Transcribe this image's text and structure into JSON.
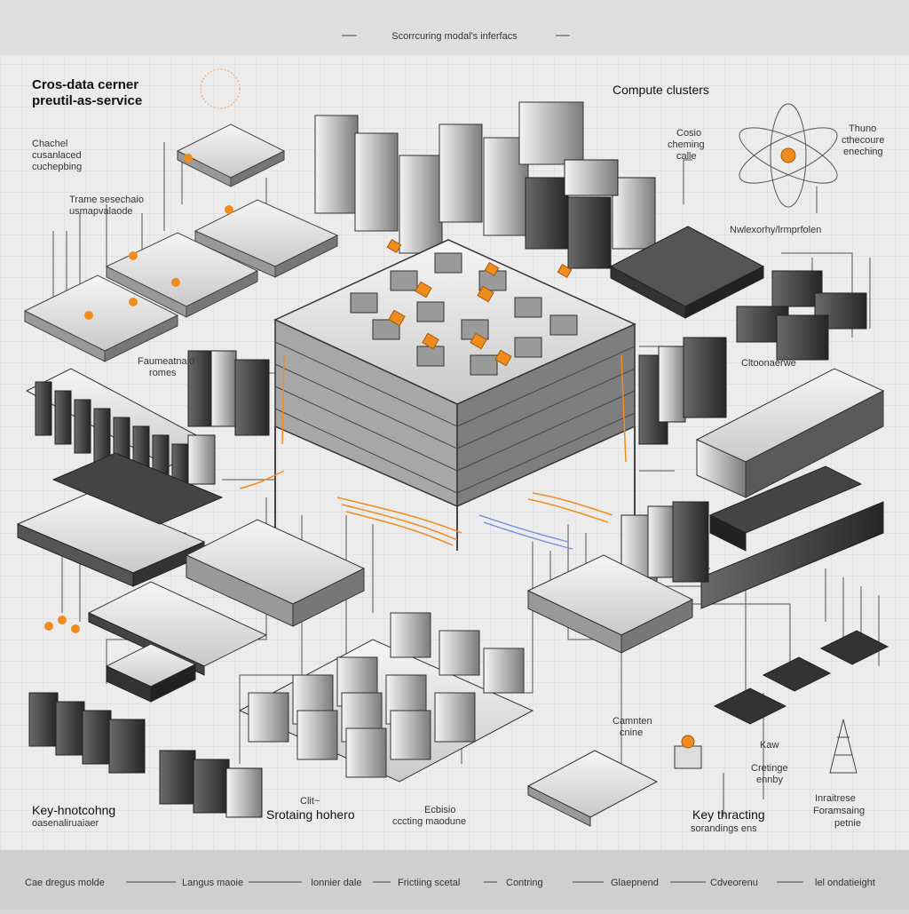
{
  "header": {
    "title": "Scorrcuring modal's inferfacs"
  },
  "labels": {
    "top_left_title_1": "Cros-data cerner",
    "top_left_title_2": "preutil-as-service",
    "compute_clusters": "Compute clusters",
    "left_note_1": "Chachel",
    "left_note_2": "cusanlaced",
    "left_note_3": "cuchepbing",
    "left_note_4": "Trame sesechaio",
    "left_note_5": "usmapvalaode",
    "right_note_1": "Cosio",
    "right_note_2": "cheming",
    "right_note_3": "calle",
    "atom_note_1": "Thuno",
    "atom_note_2": "cthecoure",
    "atom_note_3": "eneching",
    "network_label": "Nwlexorhy/lrmprfolen",
    "mid_left_note_1": "Faumeatnaid",
    "mid_left_note_2": "romes",
    "mid_right_note": "Cltoonaerwe",
    "lower_right_note_1": "Camnten",
    "lower_right_note_2": "cnine",
    "lower_right_note_3": "Kaw",
    "lower_right_note_4": "Cretinge",
    "lower_right_note_5": "ennby",
    "bottom_left_1": "Key-hnotcohng",
    "bottom_left_2": "oasenaliruaiaer",
    "bottom_mid_1": "Clit~",
    "bottom_mid_2": "Srotaing hohero",
    "bottom_mid_3": "Ecbisio",
    "bottom_mid_4": "cccting maodune",
    "bottom_right_1": "Key thracting",
    "bottom_right_2": "sorandings ens",
    "bottom_far_right_1": "Inraitrese",
    "bottom_far_right_2": "Foramsaing",
    "bottom_far_right_3": "petnie"
  },
  "footer": {
    "items": [
      "Cae dregus molde",
      "Langus maoie",
      "Ionnier dale",
      "Frictiing scetal",
      "Contring",
      "Glaepnend",
      "Cdveorenu",
      "lel ondatieight"
    ]
  },
  "colors": {
    "accent": "#f08c1e",
    "paper": "#ececec",
    "grid": "#d5d5d5",
    "ink": "#333333",
    "server": "#8a8a8a",
    "server_dark": "#3a3a3a"
  }
}
